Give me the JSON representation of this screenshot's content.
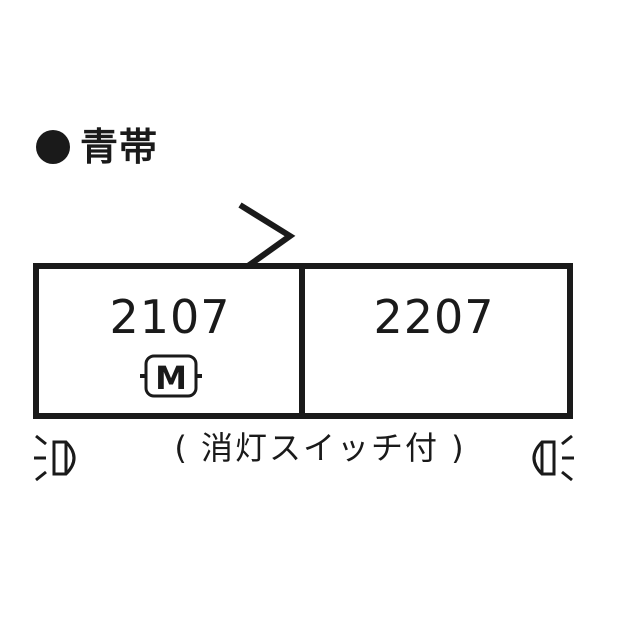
{
  "header": {
    "title": "青帯",
    "bullet_icon": "filled-circle-icon"
  },
  "cars": [
    {
      "number": "2107",
      "motor_badge": "M"
    },
    {
      "number": "2207"
    }
  ],
  "note": "( 消灯スイッチ付 )",
  "icons": {
    "left_light": "headlight-icon",
    "right_light": "headlight-icon",
    "pantograph": "pantograph-icon"
  },
  "colors": {
    "line": "#1a1a1a",
    "background": "#ffffff"
  }
}
